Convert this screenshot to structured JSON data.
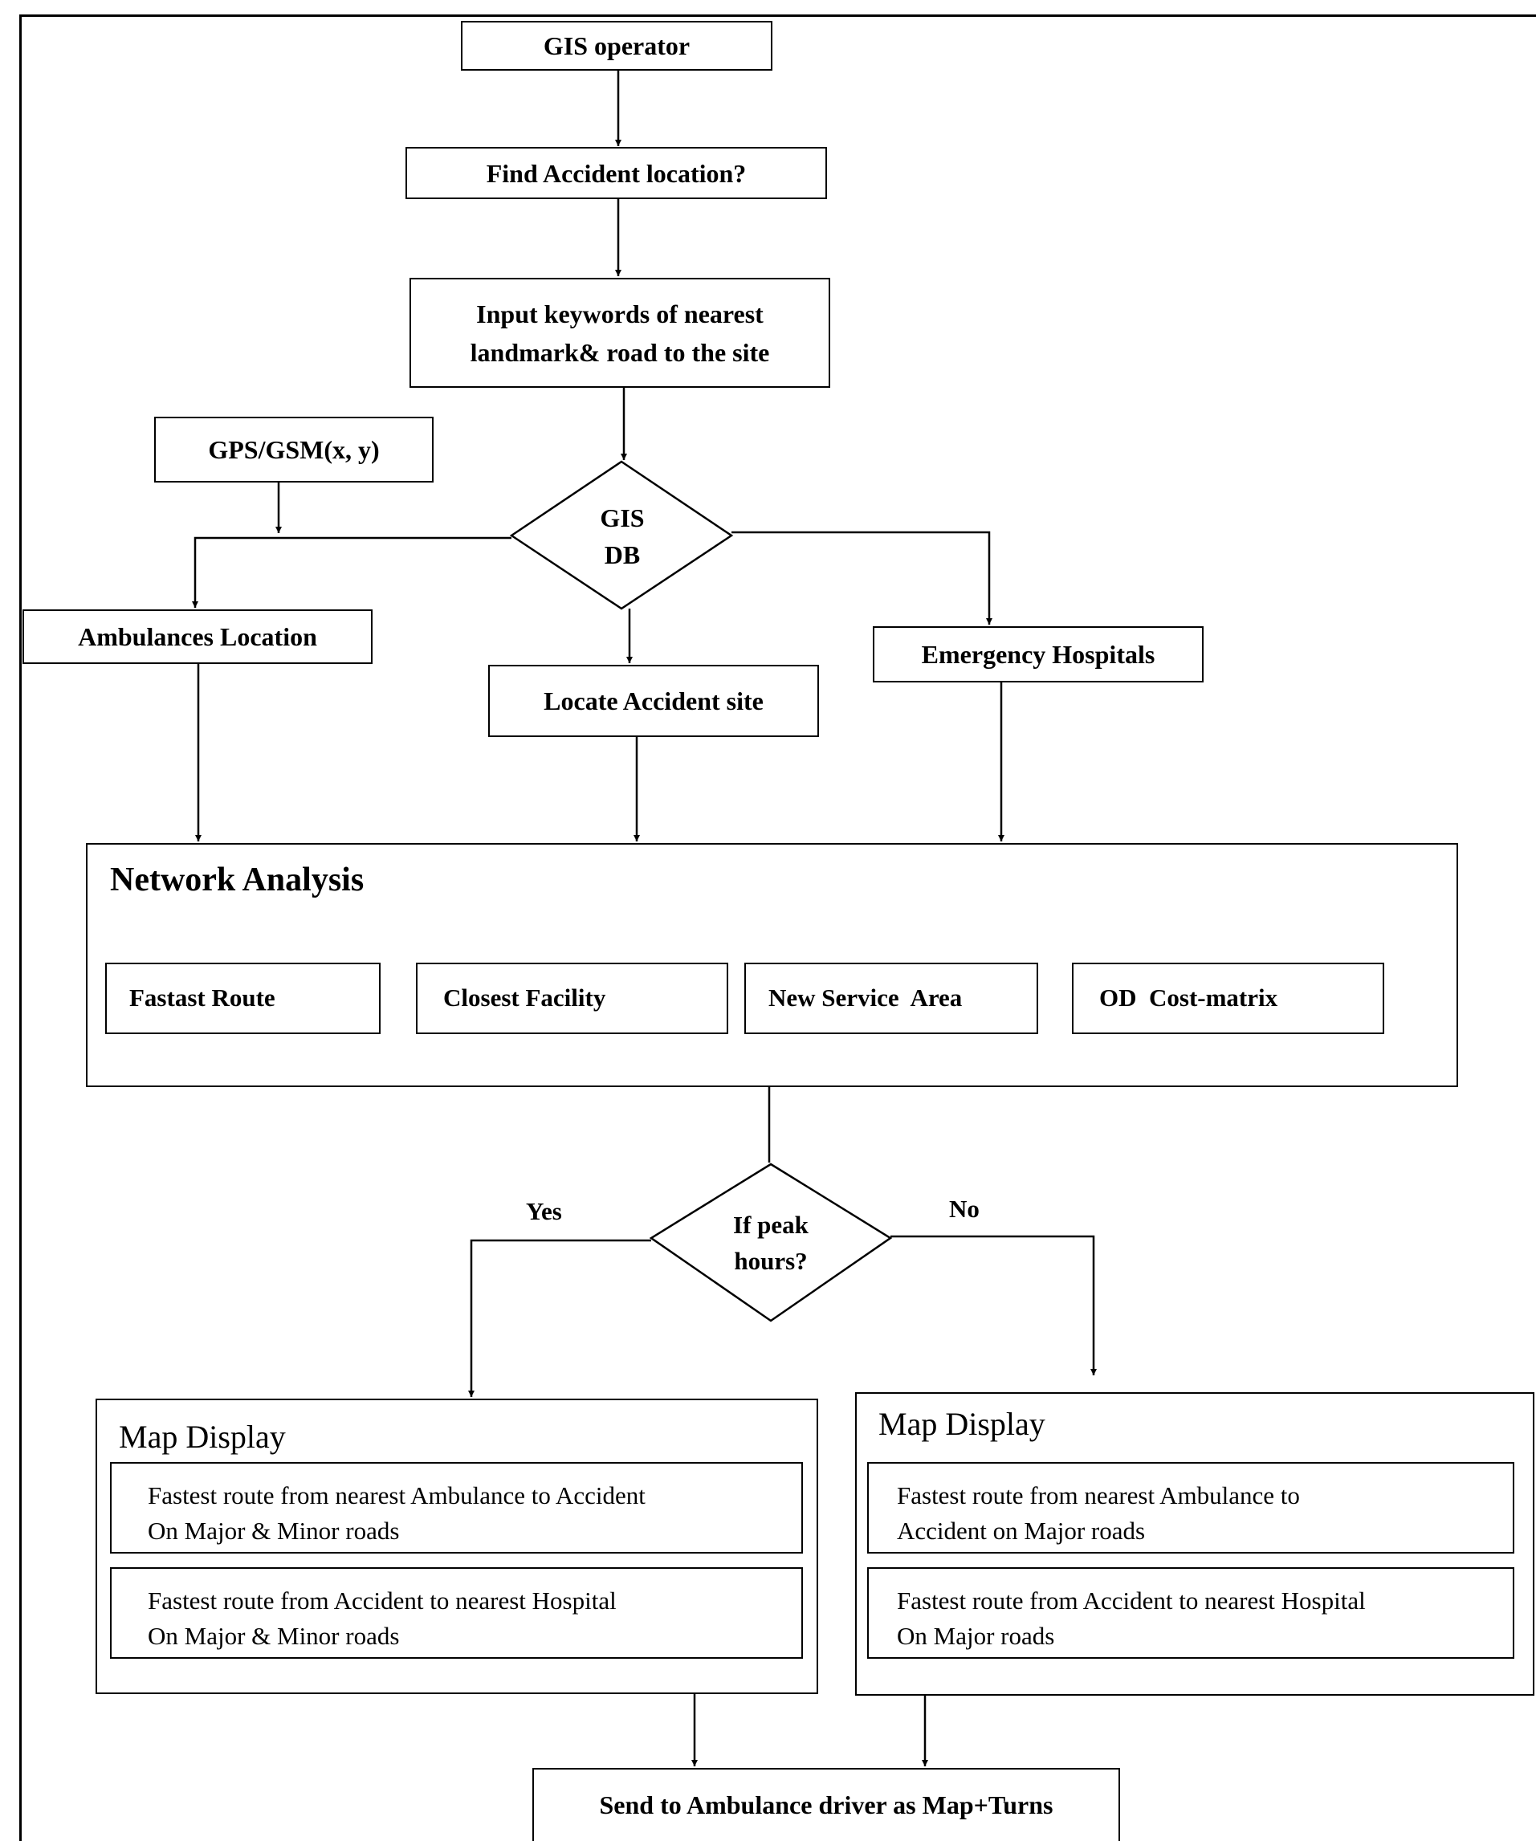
{
  "nodes": {
    "gis_operator": "GIS operator",
    "find_accident": "Find Accident location?",
    "input_keywords_line1": "Input keywords of nearest",
    "input_keywords_line2": "landmark& road to the site",
    "gps_gsm": "GPS/GSM(x, y)",
    "gis_db_line1": "GIS",
    "gis_db_line2": "DB",
    "ambulances_location": "Ambulances Location",
    "locate_accident_site": "Locate Accident site",
    "emergency_hospitals": "Emergency Hospitals",
    "send_to_driver": "Send to Ambulance driver as Map+Turns"
  },
  "network_analysis": {
    "title": "Network Analysis",
    "items": [
      "Fastast Route",
      "Closest Facility",
      "New Service  Area",
      "OD  Cost-matrix"
    ]
  },
  "peak_decision": {
    "line1": "If peak",
    "line2": "hours?",
    "yes_label": "Yes",
    "no_label": "No"
  },
  "map_display_left": {
    "title": "Map Display",
    "route1_line1": "Fastest route from nearest Ambulance to Accident",
    "route1_line2": "On Major  & Minor roads",
    "route2_line1": "Fastest route from Accident to nearest Hospital",
    "route2_line2": "On Major  & Minor roads"
  },
  "map_display_right": {
    "title": "Map Display",
    "route1_line1": "Fastest route from nearest Ambulance to",
    "route1_line2": "Accident on Major roads",
    "route2_line1": "Fastest route from Accident to nearest Hospital",
    "route2_line2": "On Major  roads"
  }
}
